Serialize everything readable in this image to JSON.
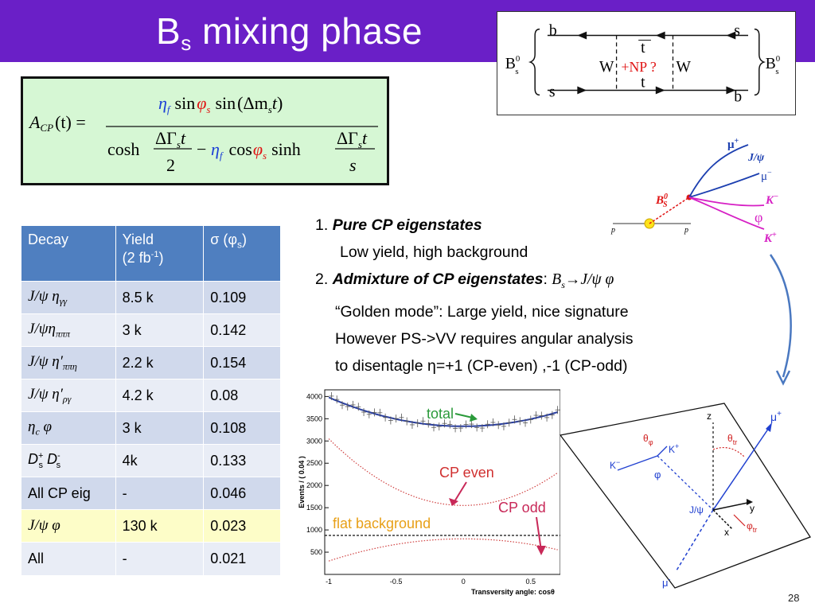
{
  "header": {
    "title_main": "B",
    "title_sub": "s",
    "title_rest": " mixing phase",
    "band_color": "#6a1fc7"
  },
  "feynman": {
    "left_meson": "B",
    "left_meson_sup": "0",
    "left_meson_sub": "s",
    "right_meson": "B",
    "right_meson_sup": "0",
    "right_meson_sub": "s",
    "top_left_quark": "b",
    "bottom_left_quark": "s",
    "top_right_quark": "s",
    "bottom_right_quark": "b",
    "top_mid_quark": "t",
    "bottom_mid_quark": "t",
    "w_left": "W",
    "w_right": "W",
    "np_label": "+NP ?"
  },
  "formula": {
    "lhs": "A",
    "lhs_sub": "CP",
    "lhs_arg": "(t) =",
    "eta": "η",
    "eta_sub": "f",
    "phi": "φ",
    "phi_sub": "s",
    "sin": "sin",
    "cosh": "cosh",
    "cos": "cos",
    "sinh": "sinh",
    "delta_m": "Δm",
    "delta_m_sub": "s",
    "t": "t",
    "delta_gamma": "ΔΓ",
    "delta_gamma_sub": "s",
    "two": "2",
    "s_denominator": "s",
    "minus": "−"
  },
  "table": {
    "headers": {
      "decay": "Decay",
      "yield_line1": "Yield",
      "yield_line2": "(2 fb",
      "yield_sup": "-1",
      "yield_close": ")",
      "sigma": "σ (φ",
      "sigma_sub": "s",
      "sigma_close": ")"
    },
    "rows": [
      {
        "decay": "J/ψ η",
        "decay_sub": "γγ",
        "yield": "8.5 k",
        "sigma": "0.109"
      },
      {
        "decay": "J/ψη",
        "decay_sub": "πππ",
        "yield": "3 k",
        "sigma": "0.142"
      },
      {
        "decay": "J/ψ η′",
        "decay_sub": "ππη",
        "yield": "2.2 k",
        "sigma": "0.154"
      },
      {
        "decay": "J/ψ η′",
        "decay_sub": "ργ",
        "yield": "4.2 k",
        "sigma": "0.08"
      },
      {
        "decay": "η",
        "decay_sub": "c",
        "decay_tail": " φ",
        "yield": "3 k",
        "sigma": "0.108"
      },
      {
        "decay": "D",
        "decay_sup1": "+",
        "decay_sub1": "s",
        "decay_mid": " D",
        "decay_sup2": "-",
        "decay_sub2": "s",
        "yield": "4k",
        "sigma": "0.133"
      },
      {
        "decay": "All CP eig",
        "yield": "-",
        "sigma": "0.046"
      },
      {
        "decay": "J/ψ φ",
        "yield": "130 k",
        "sigma": "0.023"
      },
      {
        "decay": "All",
        "yield": "-",
        "sigma": "0.021"
      }
    ]
  },
  "text": {
    "item1_num": "1. ",
    "item1_title": "Pure CP eigenstates",
    "item1_desc": "Low yield, high background",
    "item2_num": "2. ",
    "item2_title": "Admixture of CP eigenstates",
    "item2_colon": ": ",
    "item2_math_b": "B",
    "item2_math_sub": "s",
    "item2_math_rest": "→J/ψ φ",
    "line3": "“Golden mode”: Large yield, nice signature",
    "line4": "However PS->VV requires angular analysis",
    "line5": "to  disentagle η=+1 (CP-even) ,-1 (CP-odd)"
  },
  "event": {
    "mu_plus": "μ",
    "mu_plus_sup": "+",
    "jpsi": "J/ψ",
    "mu_minus": "μ",
    "mu_minus_sup": "−",
    "bs": "B",
    "bs_sup": "0",
    "bs_sub": "S",
    "k_minus": "K",
    "k_minus_sup": "−",
    "phi": "φ",
    "k_plus": "K",
    "k_plus_sup": "+",
    "p_left": "p",
    "p_right": "p"
  },
  "plot": {
    "ylabel": "Events / ( 0.04 )",
    "xlabel": "Transversity angle: cosθ",
    "yticks": [
      "4000",
      "3500",
      "3000",
      "2500",
      "2000",
      "1500",
      "1000",
      "500"
    ],
    "xticks": [
      "-1",
      "-0.5",
      "0",
      "0.5"
    ],
    "label_total": "total",
    "label_cp_even": "CP even",
    "label_cp_odd": "CP odd",
    "label_flat": "flat background"
  },
  "angular": {
    "z": "z",
    "mu_plus": "μ",
    "mu_plus_sup": "+",
    "theta_phi": "θ",
    "theta_phi_sub": "φ",
    "k_plus": "K",
    "k_plus_sup": "+",
    "theta_tr": "θ",
    "theta_tr_sub": "tr",
    "k_minus": "K",
    "k_minus_sup": "−",
    "phi": "φ",
    "jpsi": "J/ψ",
    "y": "y",
    "x": "x",
    "phi_tr": "φ",
    "phi_tr_sub": "tr",
    "mu_minus": "μ",
    "mu_minus_sup": "-"
  },
  "page_number": "28"
}
